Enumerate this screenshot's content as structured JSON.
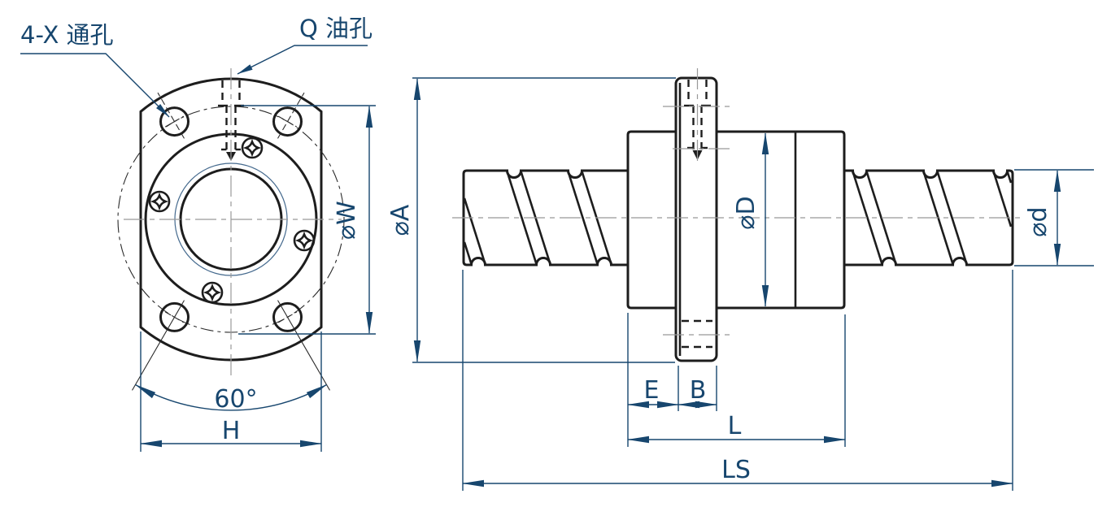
{
  "front_view": {
    "through_holes_label": "4-X 通孔",
    "oil_hole_label": "Q 油孔",
    "angle_label": "60°",
    "width_label": "H",
    "bolt_circle_label": "⌀W"
  },
  "side_view": {
    "flange_diameter_label": "⌀A",
    "nut_diameter_label": "⌀D",
    "screw_diameter_label": "⌀d",
    "flange_offset_label": "E",
    "flange_thickness_label": "B",
    "nut_length_label": "L",
    "screw_length_label": "LS"
  },
  "colors": {
    "dimension_blue": "#17466e",
    "outline_black": "#1d1d1d",
    "centerline_gray": "#999999",
    "background": "#ffffff"
  }
}
